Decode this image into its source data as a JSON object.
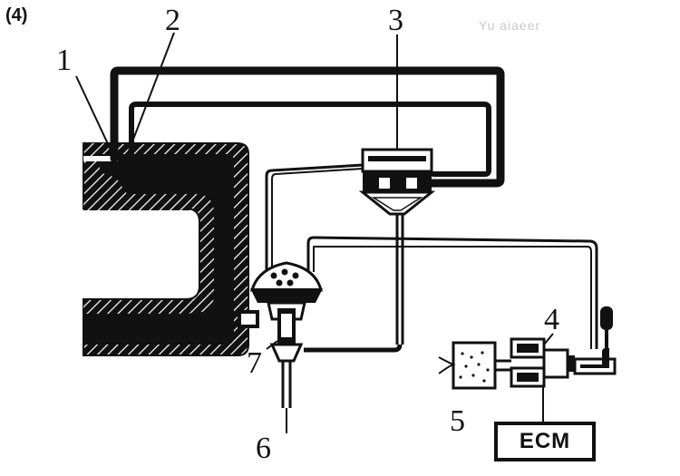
{
  "figure": {
    "number": "(4)"
  },
  "faint_text": "Yu aiaeer",
  "callouts": [
    {
      "id": "1",
      "text": "1"
    },
    {
      "id": "2",
      "text": "2"
    },
    {
      "id": "3",
      "text": "3"
    },
    {
      "id": "4",
      "text": "4"
    },
    {
      "id": "5",
      "text": "5"
    },
    {
      "id": "6",
      "text": "6"
    },
    {
      "id": "7",
      "text": "7"
    }
  ],
  "ecm": {
    "label": "ECM"
  },
  "colors": {
    "ink": "#111111",
    "paper": "#ffffff",
    "hatch": "#ffffff"
  }
}
